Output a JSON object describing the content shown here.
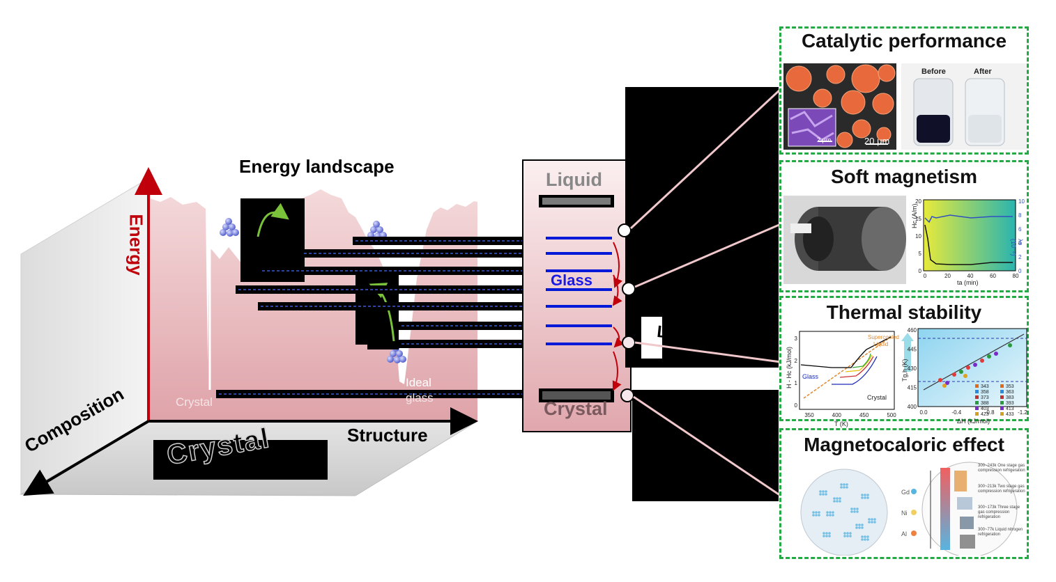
{
  "landscape": {
    "title": "Energy landscape",
    "energy_axis": "Energy",
    "structure_axis": "Structure",
    "composition_axis": "Composition",
    "crystal_label": "Crystal",
    "ideal_label_1": "Ideal",
    "ideal_label_2": "glass",
    "floor_label": "Crystal"
  },
  "states": {
    "liquid": "Liquid",
    "glass": "Glass",
    "crystal": "Crystal",
    "low_energy": "Low energy"
  },
  "panels": {
    "catalytic": {
      "title": "Catalytic performance",
      "before": "Before",
      "after": "After",
      "scale_small": "2 μm",
      "scale_large": "20 μm"
    },
    "soft_magnetism": {
      "title": "Soft magnetism",
      "y_left_label": "Hc (A/m)",
      "y_right_label": "λs (10⁻⁶)",
      "x_label": "ta (min)",
      "y_left_ticks": [
        "0",
        "5",
        "10",
        "15",
        "20"
      ],
      "y_right_ticks": [
        "0",
        "2",
        "4",
        "6",
        "8",
        "10"
      ],
      "x_ticks": [
        "0",
        "20",
        "40",
        "60",
        "80"
      ]
    },
    "thermal_stability": {
      "title": "Thermal stability",
      "left_y_label": "H - Hc (kJ/mol)",
      "left_x_label": "T (K)",
      "left_y_ticks": [
        "0",
        "1",
        "2",
        "3"
      ],
      "left_x_ticks": [
        "350",
        "400",
        "450",
        "500"
      ],
      "glass_tag": "Glass",
      "crystal_tag": "Crystal",
      "supercooled_tag_1": "Supercooled",
      "supercooled_tag_2": "Liquid",
      "right_y_label": "Tg,h (K)",
      "right_x_label": "ΔH (kJ/mol)",
      "right_y_ticks": [
        "400",
        "415",
        "430",
        "445",
        "460"
      ],
      "right_x_ticks": [
        "0.0",
        "-0.4",
        "-0.8",
        "-1.2"
      ],
      "legend": [
        "343",
        "353",
        "358",
        "363",
        "373",
        "383",
        "388",
        "393",
        "403",
        "413",
        "423",
        "433"
      ]
    },
    "magnetocaloric": {
      "title": "Magnetocaloric effect",
      "elements": [
        "Gd",
        "Ni",
        "Al"
      ],
      "stages": [
        "300~243k One stage gas compression refrigeration",
        "300~213k Two stage gas compression refrigeration",
        "300~173k Three stage gas compression refrigeration",
        "300~77k Liquid nitrogen refrigeration"
      ]
    }
  },
  "colors": {
    "energy_axis": "#c0000a",
    "landscape_fill": "#e8b8bc",
    "glass_lines": "#0018d8",
    "panel_border": "#22aa44",
    "liquid_text": "#888888",
    "glass_text": "#1a1ae6",
    "arrow_red": "#c0000a",
    "arrow_green": "#7ac23a"
  }
}
